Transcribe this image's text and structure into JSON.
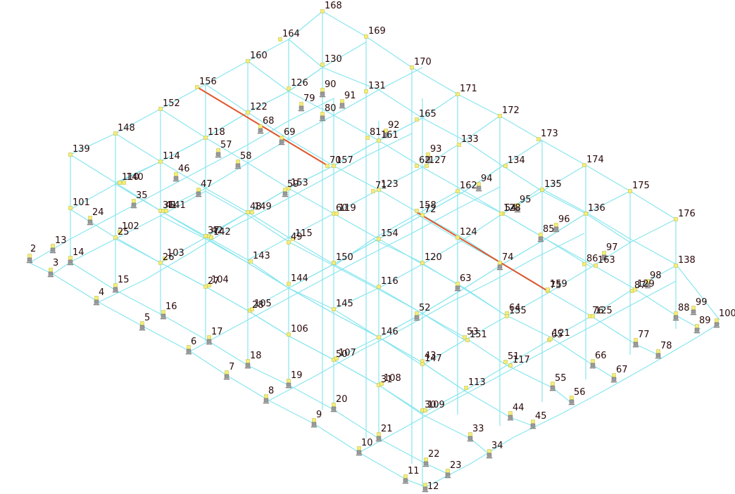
{
  "colors": {
    "member": "#88e6ee",
    "selected_member": "#e2552a",
    "node": "#f4ee7a",
    "label": "#2a0808",
    "support": "#9a9a9a"
  },
  "icons": {
    "node": "node-marker-icon",
    "support": "fixed-support-icon"
  },
  "node_labels": [
    "2",
    "3",
    "4",
    "5",
    "6",
    "7",
    "8",
    "9",
    "10",
    "11",
    "12",
    "13",
    "14",
    "15",
    "16",
    "17",
    "18",
    "19",
    "20",
    "21",
    "22",
    "23",
    "24",
    "25",
    "26",
    "27",
    "28",
    "30",
    "31",
    "33",
    "34",
    "35",
    "36",
    "37",
    "41",
    "42",
    "43",
    "44",
    "45",
    "46",
    "47",
    "48",
    "49",
    "50",
    "51",
    "52",
    "53",
    "54",
    "55",
    "56",
    "57",
    "58",
    "59",
    "60",
    "62",
    "63",
    "64",
    "65",
    "66",
    "67",
    "68",
    "69",
    "70",
    "71",
    "72",
    "74",
    "75",
    "76",
    "77",
    "78",
    "79",
    "80",
    "81",
    "85",
    "86",
    "87",
    "88",
    "89",
    "90",
    "91",
    "92",
    "93",
    "94",
    "95",
    "96",
    "97",
    "98",
    "99",
    "100",
    "101",
    "102",
    "103",
    "104",
    "105",
    "106",
    "107",
    "108",
    "109",
    "110",
    "113",
    "114",
    "115",
    "116",
    "117",
    "118",
    "119",
    "120",
    "121",
    "122",
    "123",
    "124",
    "125",
    "126",
    "127",
    "128",
    "129",
    "130",
    "131",
    "133",
    "134",
    "135",
    "136",
    "138",
    "139",
    "140",
    "141",
    "142",
    "143",
    "144",
    "145",
    "146",
    "147",
    "148",
    "149",
    "150",
    "151",
    "152",
    "153",
    "154",
    "155",
    "156",
    "157",
    "158",
    "159",
    "160",
    "161",
    "162",
    "163",
    "164",
    "165",
    "168",
    "169",
    "170",
    "171",
    "172",
    "173",
    "174",
    "175",
    "176"
  ]
}
